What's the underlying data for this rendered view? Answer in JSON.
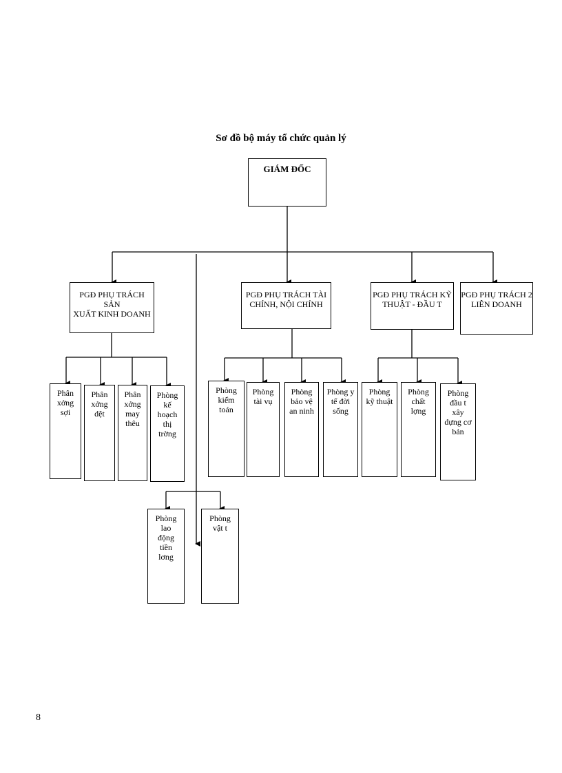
{
  "title": "Sơ đồ bộ máy tổ chức quản lý",
  "director": "GIÁM ĐỐC",
  "managers": [
    "PGĐ PHỤ TRÁCH SẢN\nXUẤT KINH DOANH",
    "PGĐ PHỤ TRÁCH TÀI\nCHÍNH, NỘI CHÍNH",
    "PGĐ PHỤ TRÁCH KỸ\nTHUẬT - ĐẦU T",
    "PGĐ PHỤ TRÁCH 2\nLIÊN DOANH"
  ],
  "production_departments": [
    "Phân\nxởng\nsợi",
    "Phân\nxởng\ndệt",
    "Phân\nxởng\nmay\nthêu",
    "Phòng\nkế\nhoạch\nthị\ntrờng"
  ],
  "finance_departments": [
    "Phòng\nkiểm\ntoán",
    "Phòng\ntài vụ",
    "Phòng\nbảo vệ\nan ninh",
    "Phòng y\ntế đời\nsống"
  ],
  "technical_departments": [
    "Phòng\nkỹ thuật",
    "Phòng\nchất\nlợng",
    "Phòng\nđầu t\nxây\ndựng cơ\nbản"
  ],
  "director_direct_departments": [
    "Phòng\nlao\nđộng\ntiền\nlơng",
    "Phòng\nvật t"
  ],
  "page_number": "8"
}
